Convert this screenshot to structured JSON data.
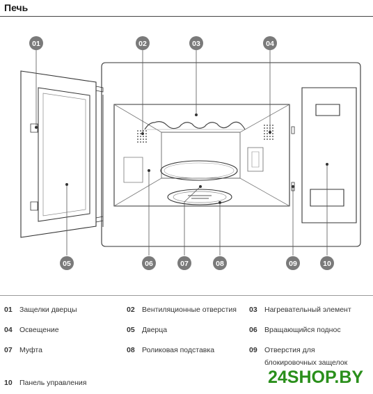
{
  "page": {
    "title": "Печь"
  },
  "callouts": [
    "01",
    "02",
    "03",
    "04",
    "05",
    "06",
    "07",
    "08",
    "09",
    "10"
  ],
  "legend": [
    {
      "num": "01",
      "text": "Защелки дверцы"
    },
    {
      "num": "02",
      "text": "Вентиляционные отверстия"
    },
    {
      "num": "03",
      "text": "Нагревательный элемент"
    },
    {
      "num": "04",
      "text": "Освещение"
    },
    {
      "num": "05",
      "text": "Дверца"
    },
    {
      "num": "06",
      "text": "Вращающийся поднос"
    },
    {
      "num": "07",
      "text": "Муфта"
    },
    {
      "num": "08",
      "text": "Роликовая подставка"
    },
    {
      "num": "09",
      "text": "Отверстия для блокировочных защелок"
    },
    {
      "num": "10",
      "text": "Панель управления"
    }
  ],
  "watermark": "24SHOP.BY",
  "colors": {
    "badge": "#7a7a7a",
    "accent": "#2a8f1b"
  }
}
